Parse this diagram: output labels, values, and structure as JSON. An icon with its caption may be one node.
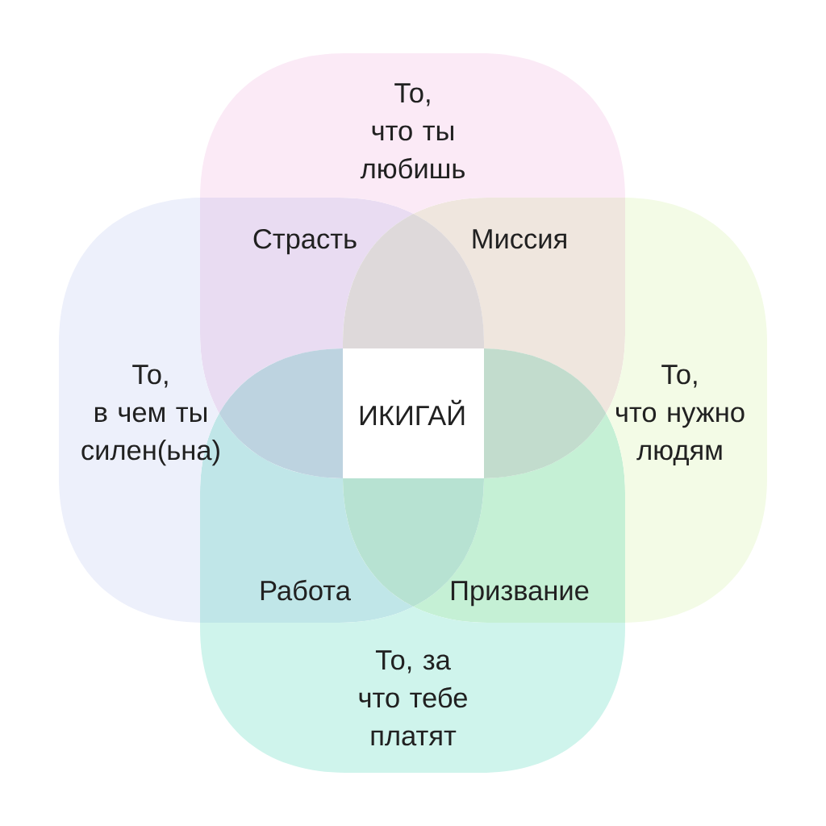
{
  "diagram": {
    "nodes": [
      {
        "text": [
          "То, что ты любишь"
        ]
      },
      {
        "text": [],
        "shape": "lens"
      },
      {
        "text": [
          "То, в чем ты силен(ьна)"
        ]
      },
      {
        "text": [],
        "shape": "lens"
      },
      {
        "text": [
          "ИКИГАЙ"
        ]
      },
      {
        "text": [],
        "shape": "lens"
      },
      {
        "text": [
          "То, что нужно людям"
        ]
      },
      {
        "text": [],
        "shape": "lens"
      },
      {
        "text": [
          "То, за что тебе платят"
        ]
      }
    ],
    "labels": [
      "Страсть",
      "Миссия",
      "Работа",
      "Призвание"
    ]
  }
}
